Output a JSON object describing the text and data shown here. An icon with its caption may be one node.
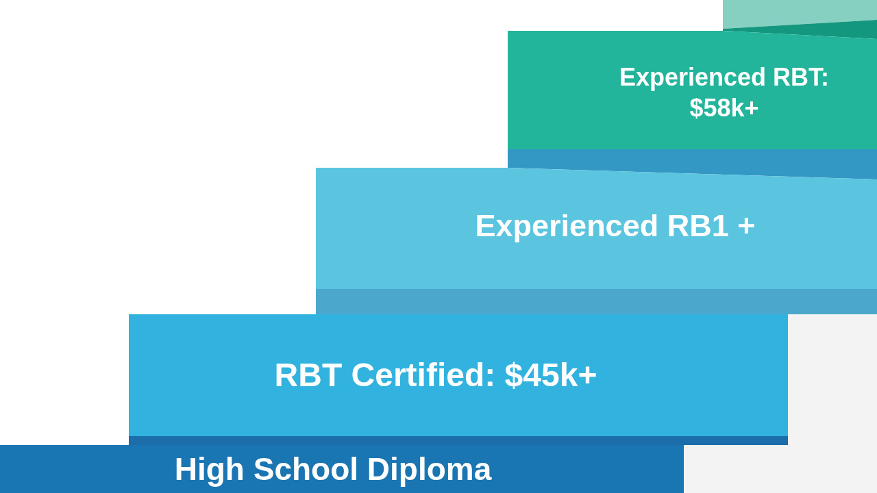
{
  "diagram": {
    "nodes": [
      {
        "text": [],
        "shape": "box"
      },
      {
        "text": [
          "Experienced RBT: $58k+"
        ]
      },
      {
        "text": [
          "Experienced RB1 +"
        ]
      },
      {
        "text": [
          "RBT Certified: $45k+"
        ]
      },
      {
        "text": [
          "High School Diploma"
        ]
      }
    ]
  }
}
